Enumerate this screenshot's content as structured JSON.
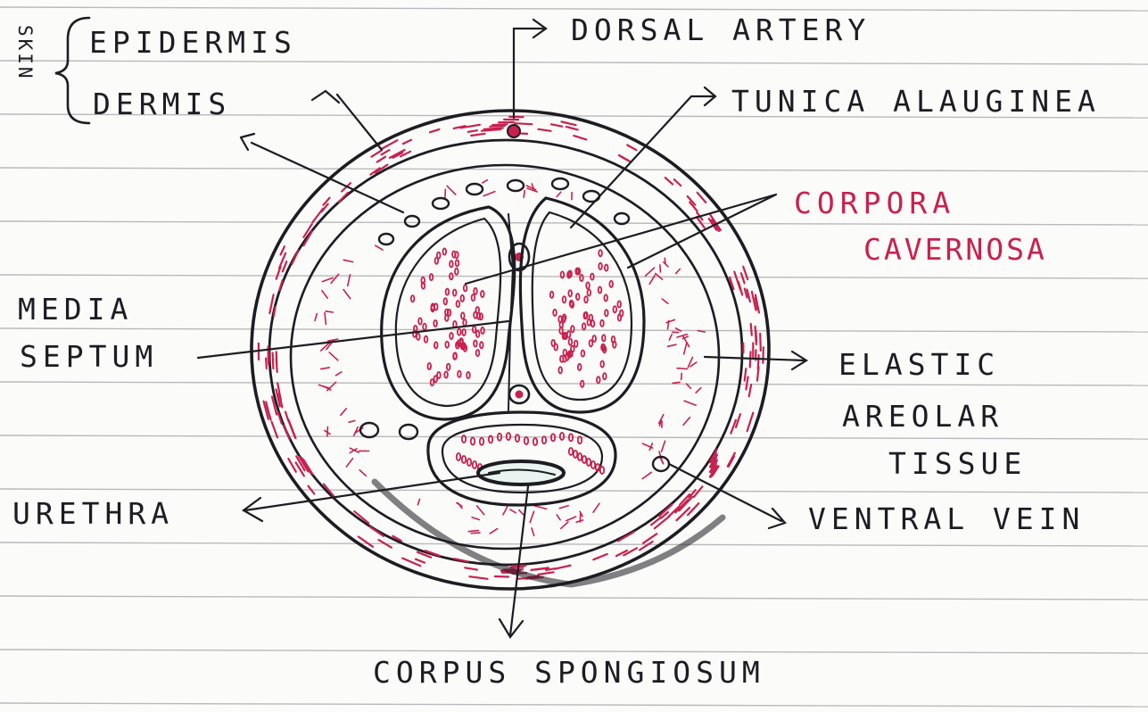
{
  "labels": {
    "skin": "SKIN",
    "epidermis": "EPIDERMIS",
    "dermis": "DERMIS",
    "dorsal_artery": "DORSAL ARTERY",
    "tunica_albuginea": "TUNICA ALAUGINEA",
    "corpora": "CORPORA",
    "cavernosa": "CAVERNOSA",
    "media": "MEDIA",
    "septum": "SEPTUM",
    "elastic": "ELASTIC",
    "areolar": "AREOLAR",
    "tissue": "TISSUE",
    "urethra": "URETHRA",
    "ventral_vein": "VENTRAL VEIN",
    "corpus_spongiosum": "CORPUS SPONGIOSUM"
  },
  "colors": {
    "ink": "#1c1c22",
    "red_ink": "#c8214f",
    "ruled_line": "#b9b9bd"
  }
}
